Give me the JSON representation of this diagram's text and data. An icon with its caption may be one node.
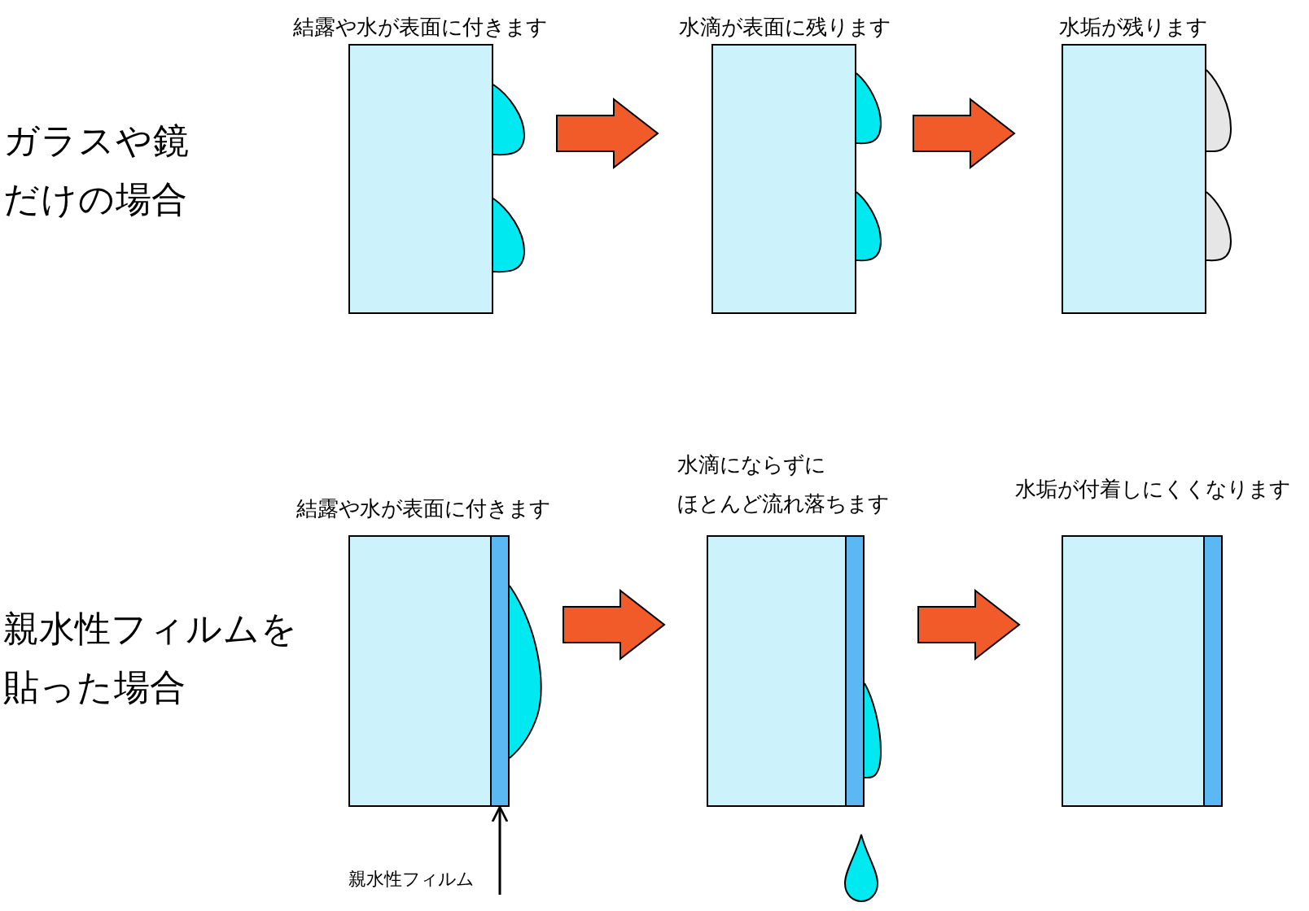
{
  "diagram": {
    "nodes": [
      {
        "text": [
          "結露や水が表面に付きます"
        ]
      },
      {
        "text": [
          "水滴が表面に残ります"
        ]
      },
      {
        "text": [
          "水垢が残ります"
        ]
      },
      {
        "text": [
          "結露や水が表面に付きます"
        ]
      },
      {
        "text": [],
        "shape": "bar",
        "in": 3
      },
      {
        "text": [
          "水滴にならずにほとんど流れ落ちます"
        ]
      },
      {
        "text": [
          "水垢が付着しにくくなります"
        ]
      },
      {
        "text": [
          "親水性フィルム"
        ]
      }
    ],
    "edges": [
      {
        "from": 0,
        "to": 1,
        "arrow": "to",
        "style": "thick"
      },
      {
        "from": 1,
        "to": 2,
        "arrow": "to",
        "style": "thick"
      },
      {
        "from": 3,
        "to": 5,
        "arrow": "to",
        "style": "thick"
      },
      {
        "from": 5,
        "to": 6,
        "arrow": "to",
        "style": "thick"
      },
      {
        "from": 7,
        "to": 4,
        "arrow": "to"
      }
    ],
    "labels": [
      "ガラスや鏡だけの場合",
      "親水性フィルムを貼った場合"
    ]
  }
}
